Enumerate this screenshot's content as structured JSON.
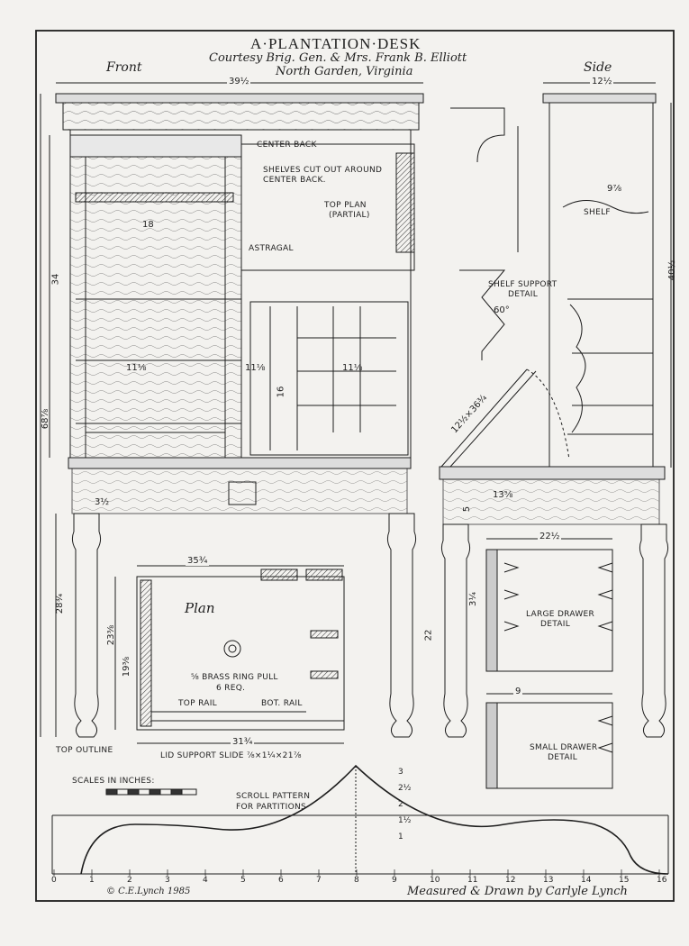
{
  "title": "A·PLANTATION·DESK",
  "courtesy": "Courtesy Brig. Gen. & Mrs. Frank B. Elliott",
  "location": "North Garden, Virginia",
  "views": {
    "front": "Front",
    "side": "Side"
  },
  "labels": {
    "center_back": "CENTER BACK",
    "shelves_cut": "SHELVES CUT OUT AROUND",
    "shelves_cut2": "CENTER BACK.",
    "top_plan": "TOP PLAN",
    "partial": "(PARTIAL)",
    "astragal": "ASTRAGAL",
    "shelf_support": "SHELF SUPPORT",
    "detail": "DETAIL",
    "shelf": "SHELF",
    "plan": "Plan",
    "brass_ring": "⅝ BRASS RING PULL",
    "six_req": "6 REQ.",
    "top_rail": "TOP RAIL",
    "bot_rail": "BOT. RAIL",
    "top_outline": "TOP OUTLINE",
    "lid_support": "LID SUPPORT SLIDE ⅞×1¼×21⅞",
    "large_drawer": "LARGE DRAWER",
    "small_drawer": "SMALL DRAWER",
    "scales": "SCALES IN INCHES:",
    "scroll1": "SCROLL PATTERN",
    "scroll2": "FOR PARTITIONS",
    "copyright": "© C.E.Lynch 1985",
    "measured": "Measured & Drawn by Carlyle Lynch"
  },
  "dimensions": {
    "front_width": "39½",
    "side_width": "12½",
    "height_upper": "34",
    "height_total": "68⅞",
    "leg_height": "28¾",
    "w18": "18",
    "w11a": "11⅛",
    "w11b": "11⅛",
    "w11c": "11⅛",
    "d16": "16",
    "plan_w": "35¾",
    "plan_w2": "31¾",
    "plan_d": "23⅜",
    "plan_d2": "19⅜",
    "side_h": "40½",
    "drawer_w": "22½",
    "drawer_h": "3¼",
    "small_w": "9",
    "d22": "22",
    "d5": "5",
    "d13": "13⅝",
    "lid": "12½×36¾",
    "angle": "60°",
    "shelf_w": "9⅞",
    "d35": "3½"
  },
  "scale_ticks": [
    "0",
    "1",
    "2",
    "3",
    "4",
    "5",
    "6",
    "7",
    "8",
    "9",
    "10",
    "11",
    "12",
    "13",
    "14",
    "15",
    "16"
  ],
  "scroll_ticks_v": [
    "1",
    "1½",
    "2",
    "2½",
    "3"
  ]
}
